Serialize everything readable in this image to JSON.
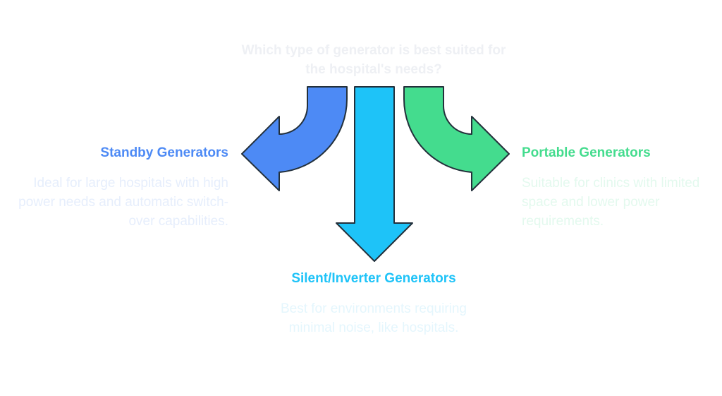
{
  "question": "Which type of generator is best suited for the hospital's needs?",
  "colors": {
    "standby": "#4d8af5",
    "silent": "#1ec3f8",
    "portable": "#44dc8e",
    "outline": "#23303b",
    "question_text": "#eef0f4",
    "standby_desc": "#e6eefc",
    "silent_desc": "#e4f6fd",
    "portable_desc": "#e3f9ee"
  },
  "options": {
    "standby": {
      "title": "Standby Generators",
      "description": "Ideal for large hospitals with high power needs and automatic switch-over capabilities.",
      "arrow_icon": "curved-arrow-left-icon"
    },
    "silent": {
      "title": "Silent/Inverter Generators",
      "description": "Best for environments requiring minimal noise, like hospitals.",
      "arrow_icon": "arrow-down-icon"
    },
    "portable": {
      "title": "Portable Generators",
      "description": "Suitable for clinics with limited space and lower power requirements.",
      "arrow_icon": "curved-arrow-right-icon"
    }
  }
}
